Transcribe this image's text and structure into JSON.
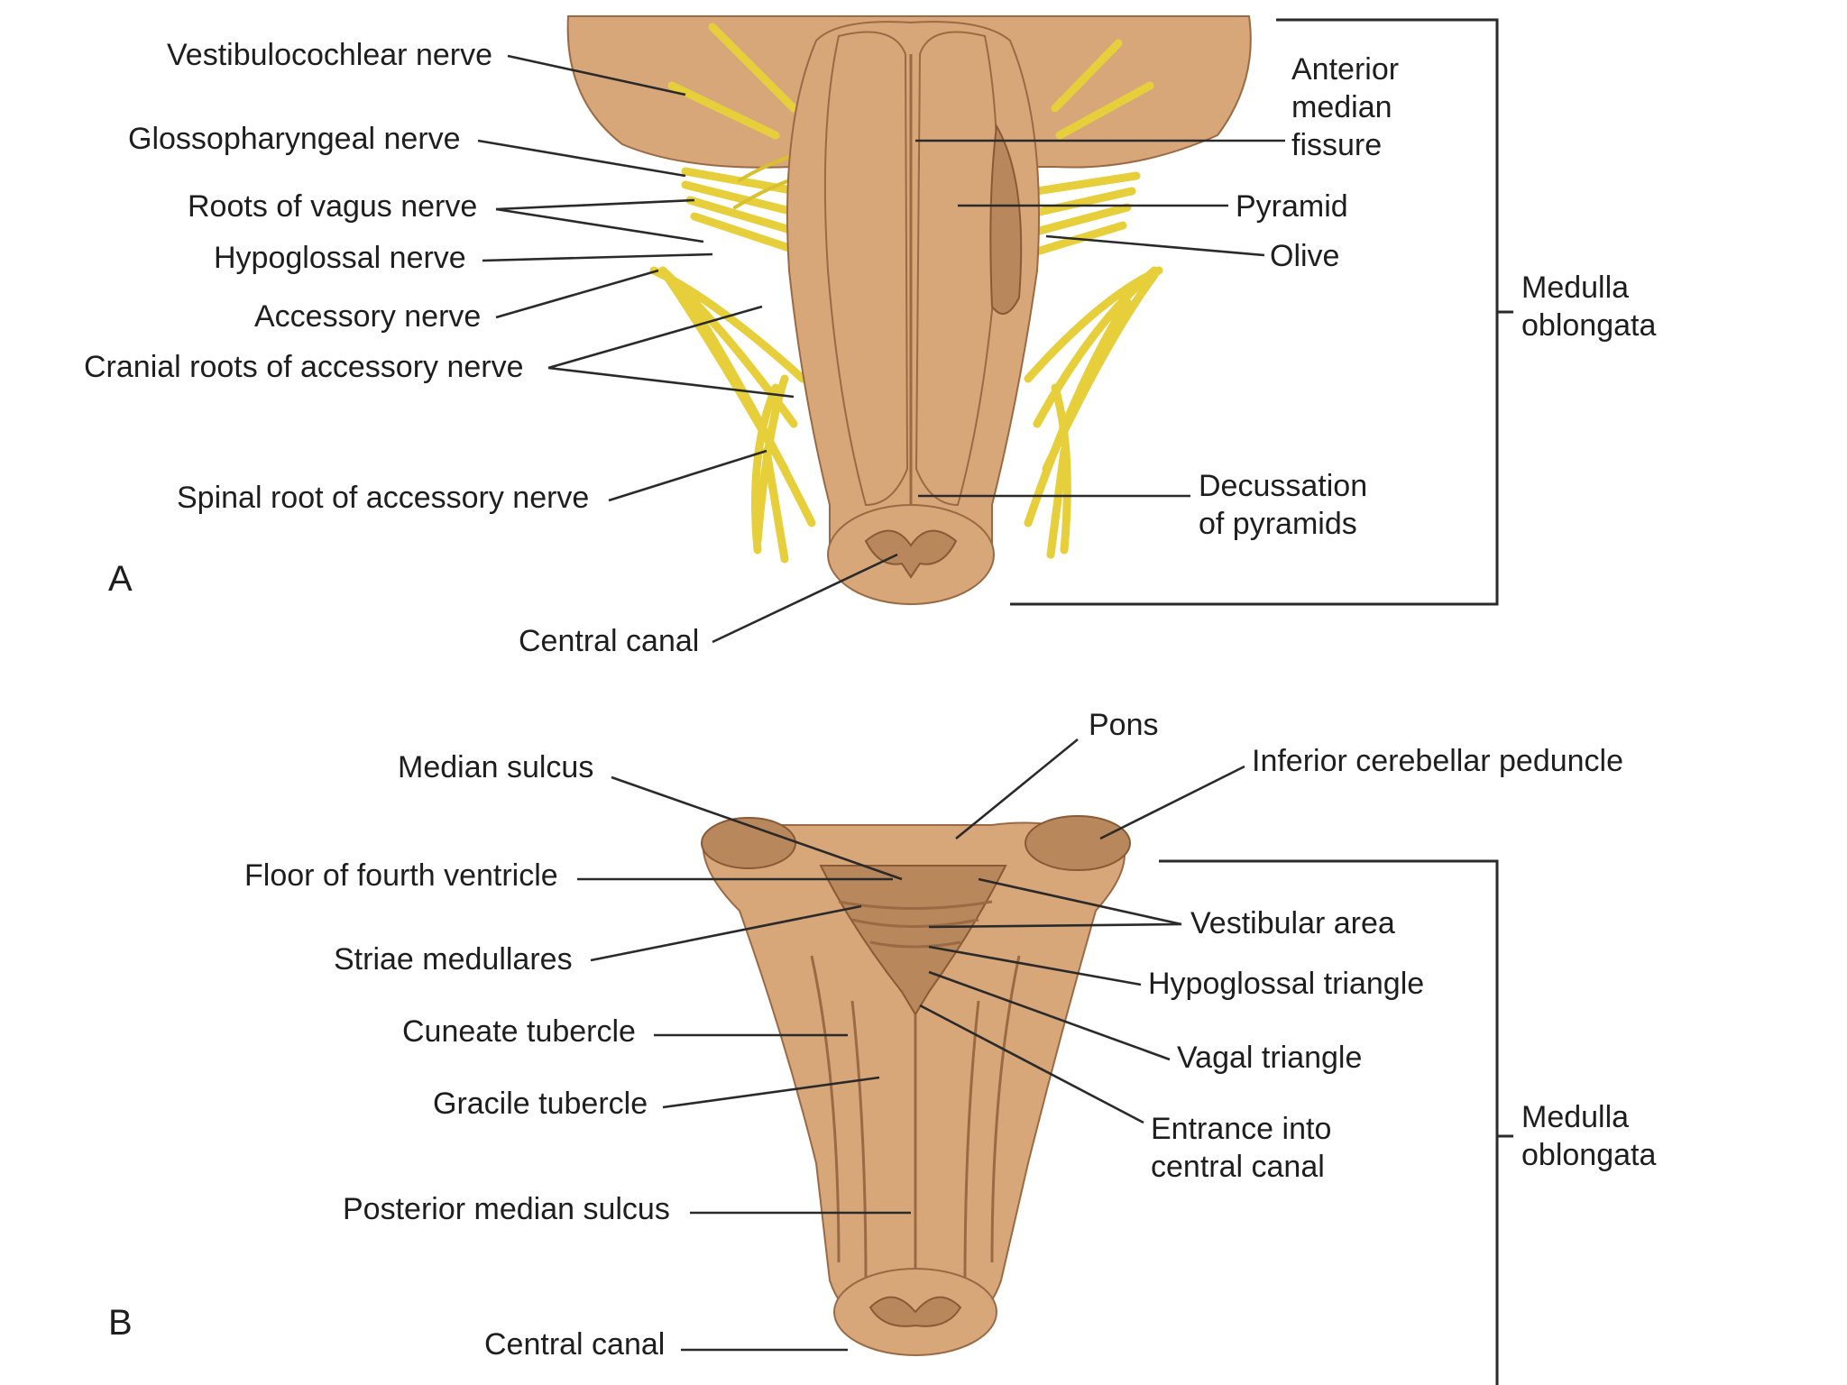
{
  "panel_a": {
    "panel_label": "A",
    "labels": {
      "vestibulocochlear_nerve": "Vestibulocochlear nerve",
      "glossopharyngeal_nerve": "Glossopharyngeal nerve",
      "roots_of_vagus_nerve": "Roots of vagus nerve",
      "hypoglossal_nerve": "Hypoglossal nerve",
      "accessory_nerve": "Accessory nerve",
      "cranial_roots_of_accessory_nerve": "Cranial roots of accessory nerve",
      "spinal_root_of_accessory_nerve": "Spinal root of accessory nerve",
      "central_canal": "Central canal",
      "anterior_median_fissure": [
        "Anterior",
        "median",
        "fissure"
      ],
      "pyramid": "Pyramid",
      "olive": "Olive",
      "decussation_of_pyramids": [
        "Decussation",
        "of pyramids"
      ],
      "medulla_oblongata": [
        "Medulla",
        "oblongata"
      ]
    }
  },
  "panel_b": {
    "panel_label": "B",
    "labels": {
      "pons": "Pons",
      "inferior_cerebellar_peduncle": "Inferior cerebellar peduncle",
      "median_sulcus": "Median sulcus",
      "floor_of_fourth_ventricle": "Floor of fourth ventricle",
      "striae_medullares": "Striae medullares",
      "cuneate_tubercle": "Cuneate tubercle",
      "gracile_tubercle": "Gracile tubercle",
      "posterior_median_sulcus": "Posterior median sulcus",
      "central_canal": "Central canal",
      "vestibular_area": "Vestibular area",
      "hypoglossal_triangle": "Hypoglossal triangle",
      "vagal_triangle": "Vagal triangle",
      "entrance_into_central_canal": [
        "Entrance into",
        "central canal"
      ],
      "medulla_oblongata": [
        "Medulla",
        "oblongata"
      ]
    }
  },
  "colors": {
    "tissue": "#d7a77a",
    "tissue_dark": "#b9875c",
    "nerve": "#e6cf3a",
    "label_text": "#1e1e1e",
    "leader_line": "#2a2a2a"
  }
}
